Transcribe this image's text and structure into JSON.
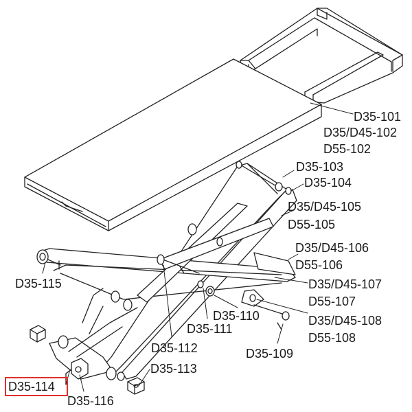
{
  "diagram": {
    "highlight_color": "#e0302a",
    "line_color": "#222222",
    "highlighted_part": "D35-114",
    "labels": {
      "d35_101": "D35-101",
      "d35_d45_102": "D35/D45-102",
      "d55_102": "D55-102",
      "d35_103": "D35-103",
      "d35_104": "D35-104",
      "d35_d45_105": "D35/D45-105",
      "d55_105": "D55-105",
      "d35_d45_106": "D35/D45-106",
      "d55_106": "D55-106",
      "d35_d45_107": "D35/D45-107",
      "d55_107": "D55-107",
      "d35_d45_108": "D35/D45-108",
      "d55_108": "D55-108",
      "d35_109": "D35-109",
      "d35_110": "D35-110",
      "d35_111": "D35-111",
      "d35_112": "D35-112",
      "d35_113": "D35-113",
      "d35_114": "D35-114",
      "d35_115": "D35-115",
      "d35_116": "D35-116"
    }
  }
}
